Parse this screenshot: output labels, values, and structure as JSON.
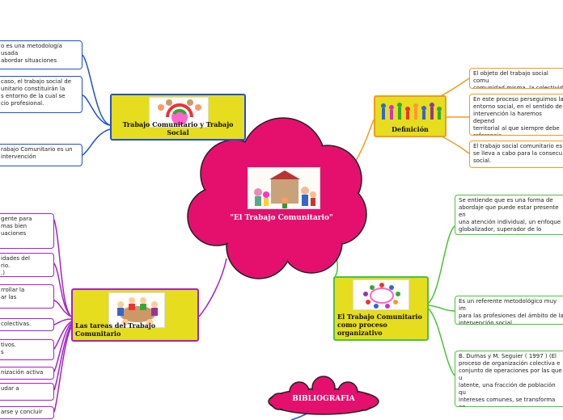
{
  "central": {
    "title": "\"El Trabajo Comunitario\"",
    "color": "#e5106d"
  },
  "bibliography": {
    "title": "BIBLIOGRAFIA"
  },
  "topics": {
    "social": {
      "label": "Trabajo Comunitario y Trabajo Social",
      "color": "#1f4fd9"
    },
    "definicion": {
      "label": "Definición",
      "color": "#f39a1e"
    },
    "tareas": {
      "label": "Las tareas del Trabajo Comunitario",
      "color": "#a421c9"
    },
    "proceso": {
      "label": "El Trabajo Comunitario\ncomo proceso\norganizativo",
      "color": "#49c33a"
    }
  },
  "social_items": [
    "o es una metodología usada\nabordar situaciones",
    "caso, el trabajo social de\nunitario constituirán la\ns entorno de la cual se\ncio profesional.",
    "rabajo Comunitario es un\nintervención"
  ],
  "definicion_items": [
    "El objeto del trabajo social comu\ncomunidad misma, la colectivid",
    "En este proceso perseguimos la\nentorno social, en el sentido de\nintervención la haremos depend\nterritorial al que siempre debe\nreferencia.",
    "El trabajo social comunitario es\nse lleva a cabo para la consecu\nsocial."
  ],
  "tareas_items": [
    "gente para\nmas bien\nuaciones",
    "idades del\nrio.\n.)",
    "rrollar la\nar las",
    "colectivas.",
    "tivos.\ns",
    "nización activa",
    "udar a",
    "arse y concluir"
  ],
  "proceso_items": [
    "Se entiende que es una forma de\nabordaje que puede estar presente en\nuna atención individual, un enfoque\nglobalizador, superador de lo\nmeramente asistencial",
    "Es un referente metodológico muy im\npara las profesiones del ámbito de la\nintervención social",
    "B. Dumas y M. Seguier ( 1997 )   (El\n proceso de organización colectiva e\nconjunto de operaciones por las que u\nlatente, una fracción de población qu\nintereses comunes, se transforma en\norganizado de manera eficiente es de\nde promover sus intereses)"
  ]
}
